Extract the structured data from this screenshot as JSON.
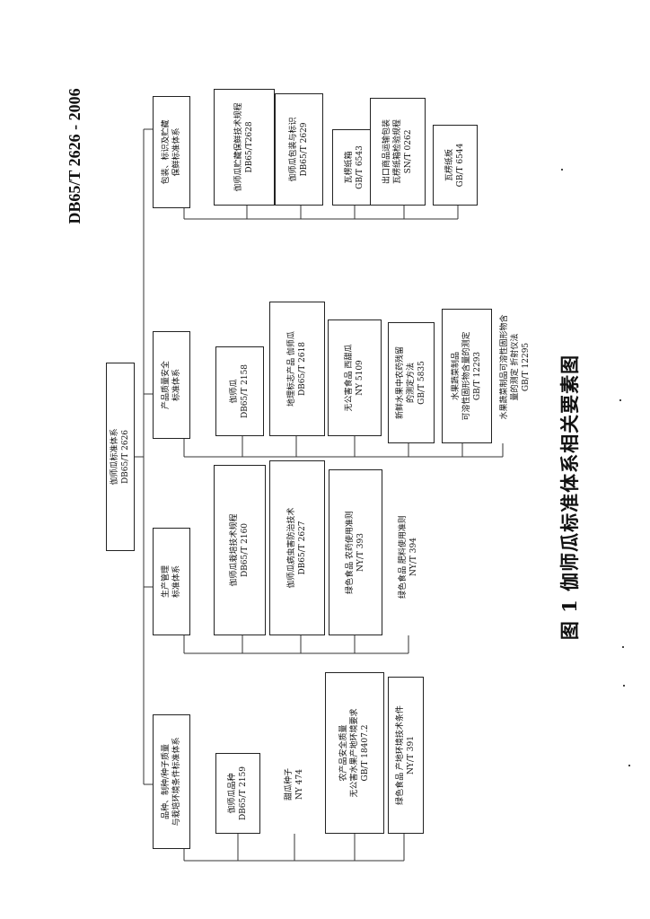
{
  "document": {
    "code": "DB65/T  2626 - 2006",
    "figure_caption": "图 1 伽师瓜标准体系相关要素图"
  },
  "diagram": {
    "root": {
      "lines": [
        "伽师瓜标准体系",
        "DB65/T  2626"
      ]
    },
    "columns": [
      {
        "header": [
          "品种、制种/种子质量",
          "与栽培环境条件标准体系"
        ],
        "items": [
          [
            "伽师瓜品种",
            "DB65/T 2159"
          ],
          [
            "甜瓜种子",
            "NY 474"
          ],
          [
            "农产品安全质量",
            "无公害水果产地环境要求",
            "GB/T 18407.2"
          ],
          [
            "绿色食品  产地环境技术条件",
            "NY/T 391"
          ]
        ]
      },
      {
        "header": [
          "生产管理",
          "标准体系"
        ],
        "items": [
          [
            "伽师瓜栽培技术规程",
            "DB65/T 2160"
          ],
          [
            "伽师瓜病虫害防治技术",
            "DB65/T 2627"
          ],
          [
            "绿色食品  农药使用准则",
            "NY/T 393"
          ],
          [
            "绿色食品  肥料使用准则",
            "NY/T 394"
          ]
        ]
      },
      {
        "header": [
          "产品质量安全",
          "标准体系"
        ],
        "items": [
          [
            "伽师瓜",
            "DB65/T 2158"
          ],
          [
            "地理标志产品  伽师瓜",
            "DB65/T 2618"
          ],
          [
            "无公害食品  西甜瓜",
            "NY 5109"
          ],
          [
            "新鲜水果中农药残留",
            "的测定方法",
            "GB/T 5835"
          ],
          [
            "水果蔬菜制品",
            "可溶性固形物含量的测定",
            "GB/T 12293"
          ],
          [
            "水果蔬菜制品可溶性固形物含",
            "量的测定  折射仪法",
            "GB/T 12295"
          ]
        ]
      },
      {
        "header": [
          "包装、标识及贮藏",
          "保鲜标准体系"
        ],
        "items": [
          [
            "伽师瓜贮藏保鲜技术规程",
            "DB65/T2628"
          ],
          [
            "伽师瓜包装与标识",
            "DB65/T 2629"
          ],
          [
            "瓦楞纸箱",
            "GB/T 6543"
          ],
          [
            "出口商品运输包装",
            "瓦楞纸箱检验规程",
            "SN/T 0262"
          ],
          [
            "瓦楞纸板",
            "GB/T 6544"
          ]
        ]
      }
    ]
  }
}
